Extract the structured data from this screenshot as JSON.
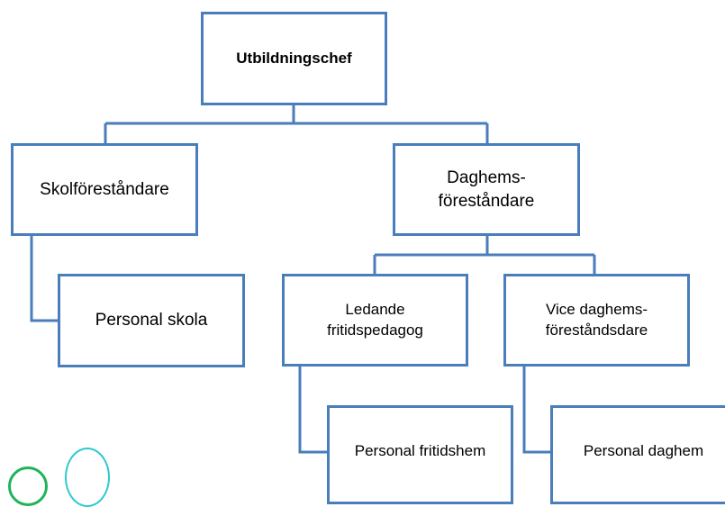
{
  "diagram": {
    "root": {
      "label": "Utbildningschef"
    },
    "school_head": {
      "label": "Skolföreståndare"
    },
    "school_staff": {
      "label": "Personal skola"
    },
    "daycare_head": {
      "label": "Daghems-\nföreståndare"
    },
    "leisure_lead": {
      "label": "Ledande\nfritidspedagog"
    },
    "deputy_head": {
      "label": "Vice daghems-\nföreståndsdare"
    },
    "leisure_staff": {
      "label": "Personal fritidshem"
    },
    "daycare_staff": {
      "label": "Personal daghem"
    }
  },
  "colors": {
    "box_border": "#4a7ebb",
    "connector": "#4a7ebb",
    "logo_green": "#1fb35a",
    "logo_cyan": "#2ec9cf"
  }
}
